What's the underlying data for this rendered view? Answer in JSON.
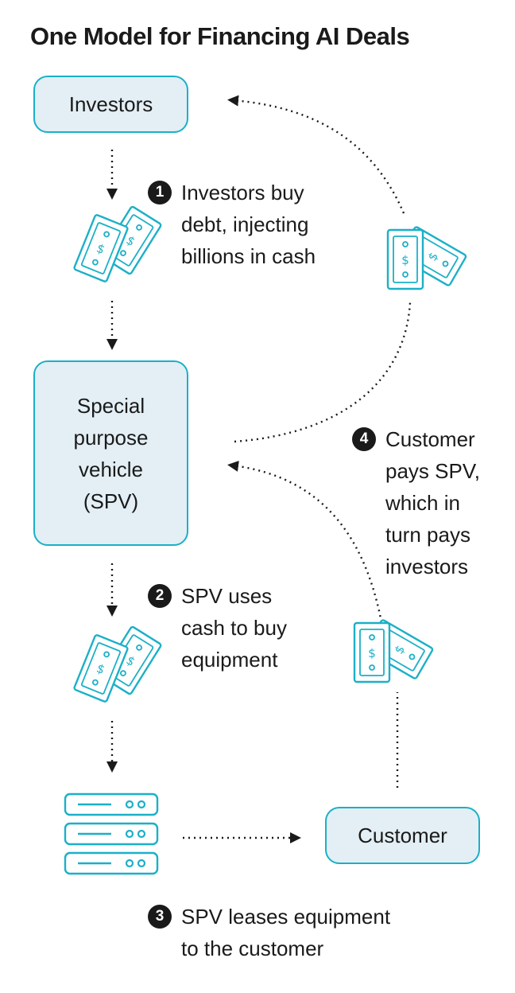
{
  "title": "One Model for Financing AI Deals",
  "nodes": {
    "investors": "Investors",
    "spv": [
      "Special",
      "purpose",
      "vehicle",
      "(SPV)"
    ],
    "customer": "Customer"
  },
  "steps": [
    {
      "number": "1",
      "lines": [
        "Investors buy",
        "debt, injecting",
        "billions in cash"
      ]
    },
    {
      "number": "2",
      "lines": [
        "SPV uses",
        "cash to buy",
        "equipment"
      ]
    },
    {
      "number": "3",
      "lines": [
        "SPV leases equipment",
        "to the customer"
      ]
    },
    {
      "number": "4",
      "lines": [
        "Customer",
        "pays SPV,",
        "which in",
        "turn pays",
        "investors"
      ]
    }
  ],
  "colors": {
    "accent": "#1bb0c7",
    "box_fill": "#e3eff5",
    "text": "#1a1a1a",
    "arrow": "#1a1a1a"
  },
  "icons": [
    "cash-icon",
    "server-rack-icon"
  ]
}
